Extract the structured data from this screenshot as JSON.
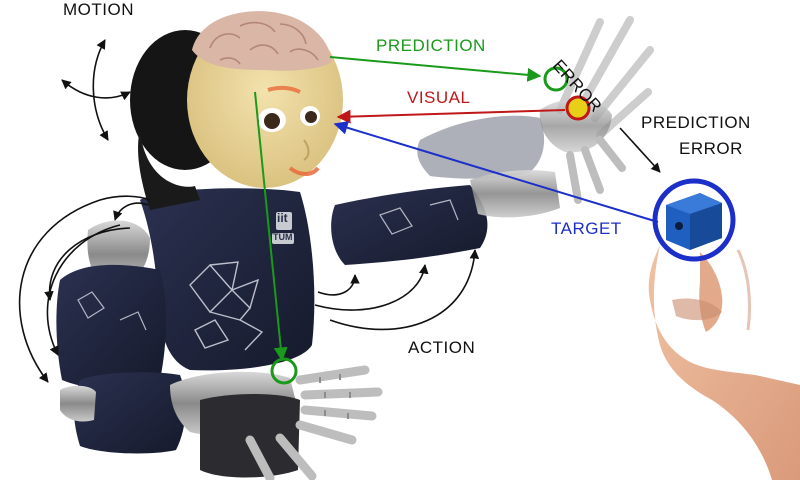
{
  "labels": {
    "motion": "MOTION",
    "prediction": "PREDICTION",
    "error": "ERROR",
    "visual": "VISUAL",
    "prediction_error_1": "PREDICTION",
    "prediction_error_2": "ERROR",
    "target": "TARGET",
    "action": "ACTION"
  },
  "logos": {
    "iit": "iit",
    "tum": "TUM"
  },
  "colors": {
    "prediction": "#1a9a1a",
    "visual": "#c01818",
    "target": "#1c2fc8",
    "black": "#111111",
    "robot_suit": "#1f2438",
    "skin": "#e8d49a",
    "brain": "#d9b6a6",
    "cube": "#1e5fbf",
    "hand": "#e9b496"
  }
}
